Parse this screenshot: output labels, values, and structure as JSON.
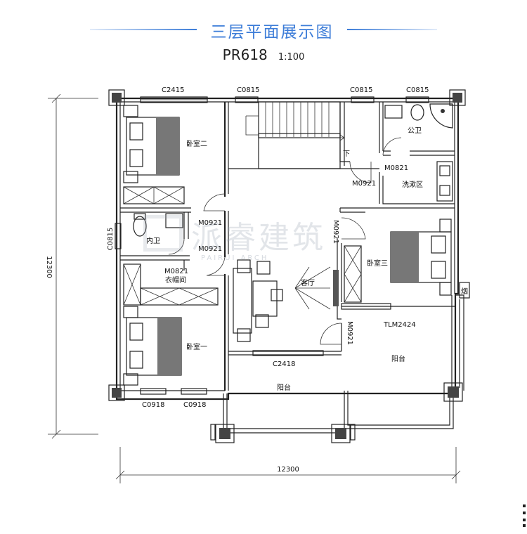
{
  "header": {
    "title": "三层平面展示图",
    "plan_code": "PR618",
    "scale": "1:100"
  },
  "dimensions": {
    "vertical": "12300",
    "horizontal": "12300"
  },
  "rooms": {
    "bedroom_2": "卧室二",
    "bedroom_1": "卧室一",
    "bedroom_3": "卧室三",
    "inner_bath": "内卫",
    "closet": "衣帽间",
    "living": "客厅",
    "public_bath": "公卫",
    "wash_area": "洗漱区",
    "balcony_left": "阳台",
    "balcony_right": "阳台",
    "down": "下",
    "flue": "烟"
  },
  "windows": {
    "w_top_left": "C2415",
    "w_top_mid": "C0815",
    "w_top_right1": "C0815",
    "w_top_right2": "C0815",
    "w_left": "C0815",
    "w_bottom1": "C0918",
    "w_bottom2": "C0918",
    "w_living": "C2418",
    "w_slide": "TLM2424"
  },
  "doors": {
    "d_bed2": "M0921",
    "d_bath": "M0921",
    "d_stair": "M0921",
    "d_wash": "M0821",
    "d_closet": "M0821",
    "d_bed3": "M0921",
    "d_bal": "M0921"
  },
  "watermark": {
    "text": "派睿建筑",
    "sub": "PAIRUI ARCH"
  }
}
